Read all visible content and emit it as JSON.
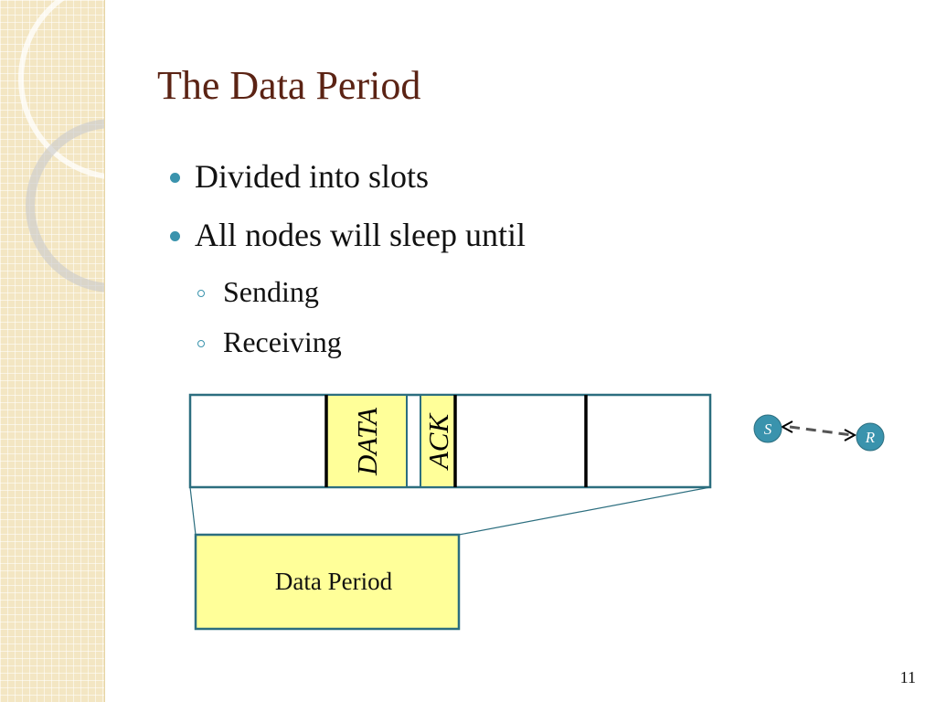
{
  "slide": {
    "title": "The Data Period",
    "bullets": [
      {
        "text": "Divided into slots"
      },
      {
        "text": "All nodes will sleep until"
      }
    ],
    "sub_bullets": [
      {
        "text": "Sending"
      },
      {
        "text": "Receiving"
      }
    ],
    "page_number": "11"
  },
  "diagram": {
    "slot_labels": {
      "data": "DATA",
      "ack": "ACK"
    },
    "period_label": "Data Period",
    "nodes": {
      "sender": "S",
      "receiver": "R"
    },
    "colors": {
      "accent": "#3a93ad",
      "frame": "#2c6e7f",
      "highlight": "#ffff99",
      "divider": "#000000"
    }
  }
}
